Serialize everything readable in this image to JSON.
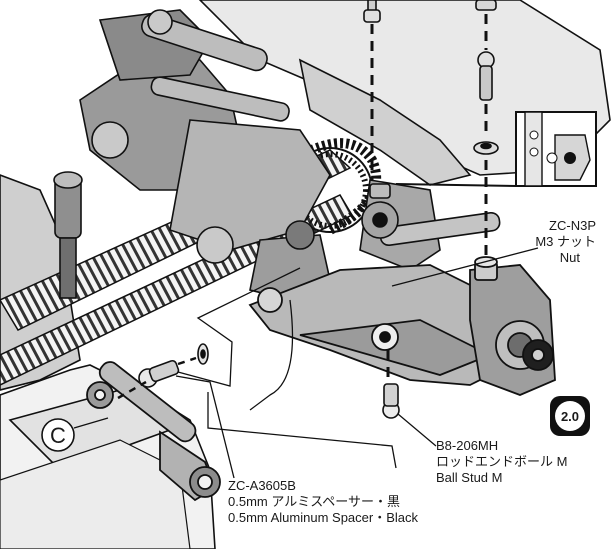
{
  "callouts": {
    "nut": {
      "part_no": "ZC-N3P",
      "name_jp": "M3 ナット",
      "name_en": "Nut"
    },
    "ball_stud": {
      "part_no": "B8-206MH",
      "name_jp": "ロッドエンドボール M",
      "name_en": "Ball Stud M"
    },
    "spacer": {
      "part_no": "ZC-A3605B",
      "name_jp": "0.5mm アルミスペーサー・黒",
      "name_en": "0.5mm Aluminum Spacer・Black"
    }
  },
  "marker_c": "C",
  "badge": {
    "value": "2.0",
    "color": "#111111"
  }
}
